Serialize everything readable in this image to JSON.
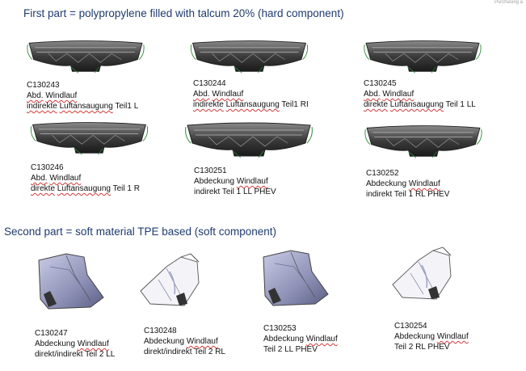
{
  "watermark": "Purchasing a",
  "sections": [
    {
      "heading": "First part = polypropylene filled with talcum 20% (hard component)",
      "items": [
        {
          "code": "C130243",
          "line1": "Abd. Windlauf",
          "line2": "indirekte Luftansaugung Teil1 L"
        },
        {
          "code": "C130244",
          "line1": "Abd. Windlauf",
          "line2": "indirekte Luftansaugung Teil1 RI"
        },
        {
          "code": "C130245",
          "line1": "Abd. Windlauf",
          "line2": "direkte Luftansaugung Teil 1 LL"
        },
        {
          "code": "C130246",
          "line1": "Abd. Windlauf",
          "line2": "direkte Luftansaugung Teil 1 R"
        },
        {
          "code": "C130251",
          "line1": "Abdeckung Windlauf",
          "line2": "indirekt Teil 1 LL PHEV"
        },
        {
          "code": "C130252",
          "line1": "Abdeckung Windlauf",
          "line2": "indirekt Teil 1 RL PHEV"
        }
      ]
    },
    {
      "heading": "Second part = soft material TPE based (soft component)",
      "items": [
        {
          "code": "C130247",
          "line1": "Abdeckung Windlauf",
          "line2": "direkt/indirekt Teil 2 LL"
        },
        {
          "code": "C130248",
          "line1": "Abdeckung Windlauf",
          "line2": "direkt/indirekt Teil 2 RL"
        },
        {
          "code": "C130253",
          "line1": "Abdeckung Windlauf",
          "line2": "Teil 2 LL PHEV"
        },
        {
          "code": "C130254",
          "line1": "Abdeckung Windlauf",
          "line2": "Teil 2 RL PHEV"
        }
      ]
    }
  ]
}
